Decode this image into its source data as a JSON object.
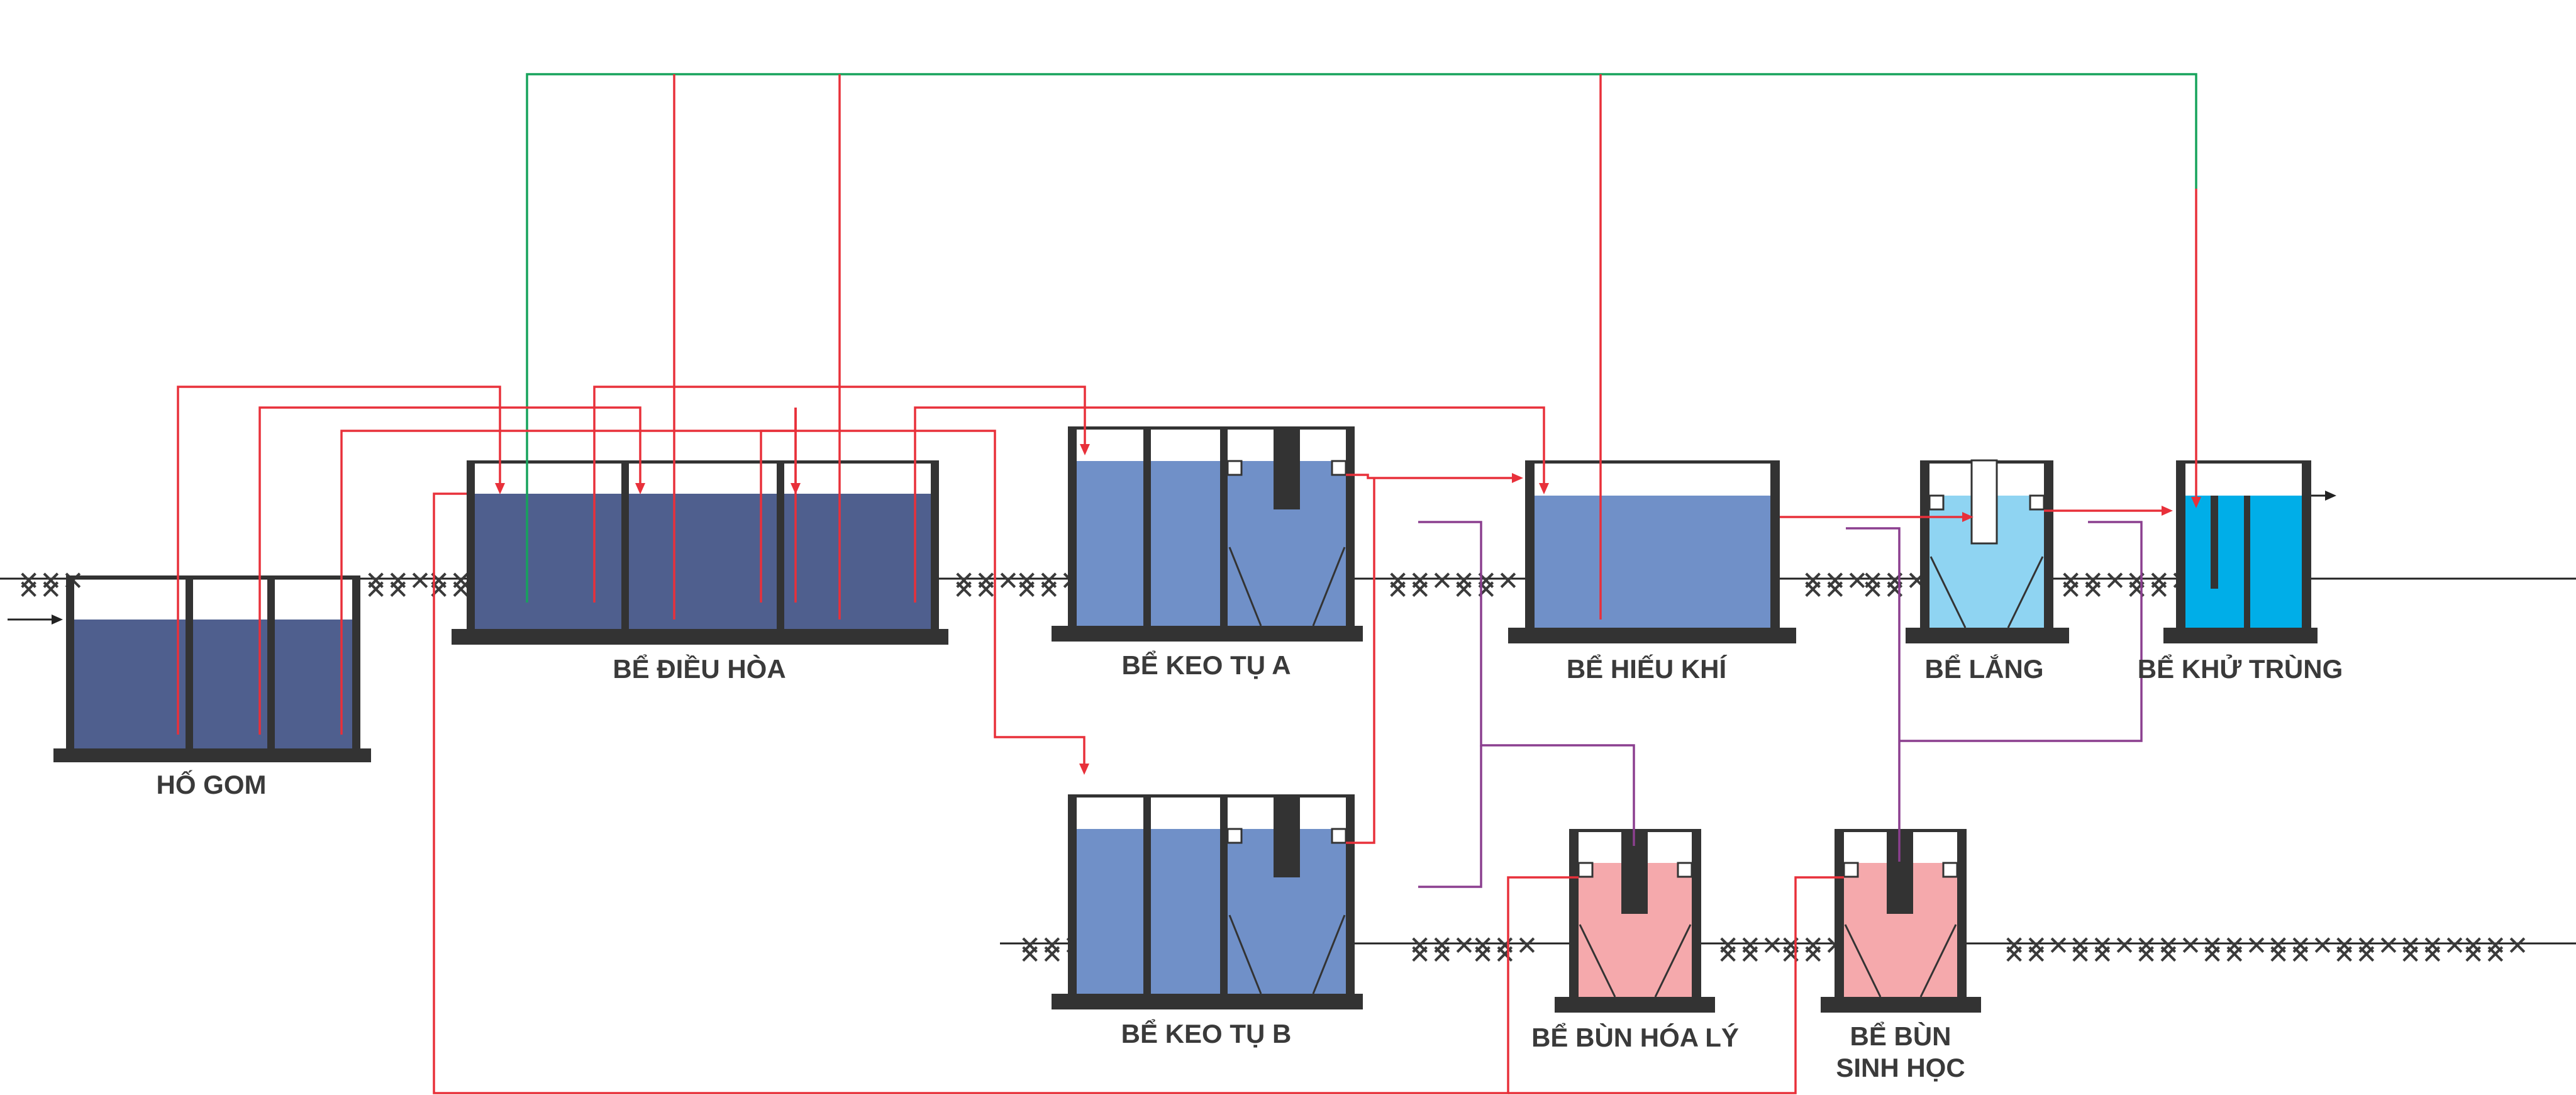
{
  "labels": {
    "ho_gom": "HỐ GOM",
    "be_dieu_hoa": "BỂ ĐIỀU HÒA",
    "be_keo_tu_a": "BỂ KEO TỤ A",
    "be_keo_tu_b": "BỂ KEO TỤ B",
    "be_hieu_khi": "BỂ HIẾU KHÍ",
    "be_lang": "BỂ LẮNG",
    "be_khu_trung": "BỂ KHỬ TRÙNG",
    "be_bun_hoa_ly": "BỂ BÙN HÓA LÝ",
    "be_bun_sinh_hoc_line1": "BỂ BÙN",
    "be_bun_sinh_hoc_line2": "SINH HỌC"
  },
  "colors": {
    "wall": "#333333",
    "water_dark": "#4f5f8e",
    "water_medium": "#7090c8",
    "water_light": "#8fd4f2",
    "water_cyan": "#00aee8",
    "sludge_pink": "#f5a9ac",
    "pipe_red": "#e8303a",
    "pipe_green": "#17a35c",
    "pipe_purple": "#8b3f8f"
  }
}
